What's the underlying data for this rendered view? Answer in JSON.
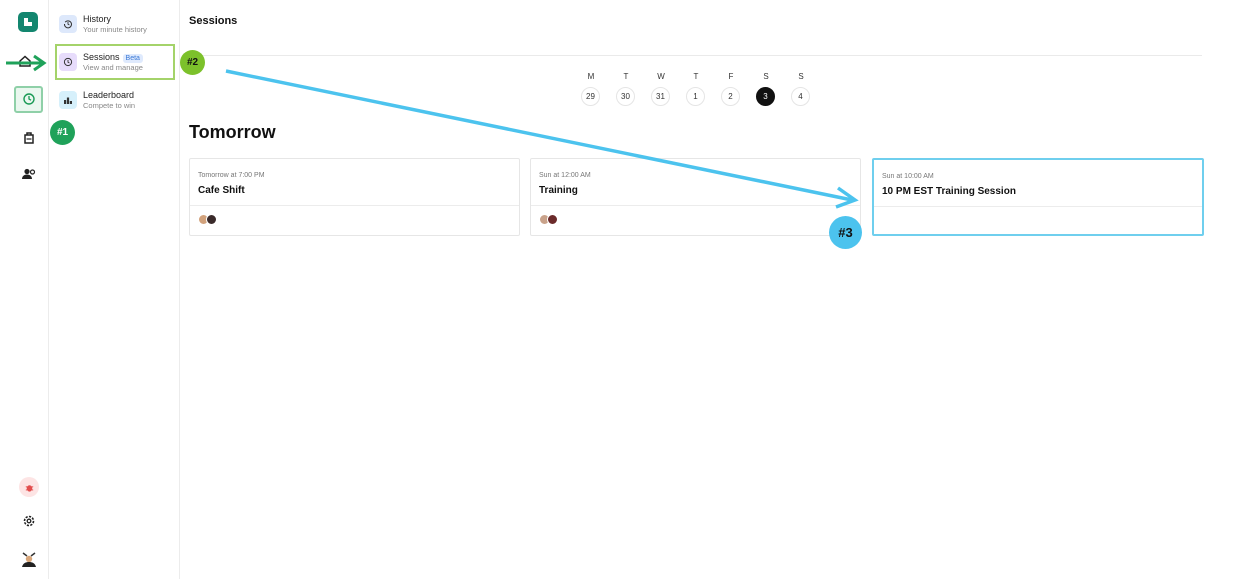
{
  "rail": {
    "icons": [
      "logo-icon",
      "home-icon",
      "history-icon",
      "backpack-icon",
      "users-icon",
      "bug-icon",
      "gear-icon",
      "avatar"
    ]
  },
  "subnav": {
    "items": [
      {
        "label": "History",
        "sub": "Your minute history"
      },
      {
        "label": "Sessions",
        "badge": "Beta",
        "sub": "View and manage"
      },
      {
        "label": "Leaderboard",
        "sub": "Compete to win"
      }
    ]
  },
  "header": {
    "title": "Sessions"
  },
  "week": {
    "days": [
      {
        "name": "M",
        "date": "29"
      },
      {
        "name": "T",
        "date": "30"
      },
      {
        "name": "W",
        "date": "31"
      },
      {
        "name": "T",
        "date": "1"
      },
      {
        "name": "F",
        "date": "2"
      },
      {
        "name": "S",
        "date": "3",
        "selected": true
      },
      {
        "name": "S",
        "date": "4"
      }
    ]
  },
  "section": {
    "title": "Tomorrow"
  },
  "cards": [
    {
      "when": "Tomorrow at 7:00 PM",
      "title": "Cafe Shift"
    },
    {
      "when": "Sun at 12:00 AM",
      "title": "Training"
    },
    {
      "when": "Sun at 10:00 AM",
      "title": "10 PM EST Training Session"
    }
  ],
  "annotations": {
    "b1": "#1",
    "b2": "#2",
    "b3": "#3"
  },
  "colors": {
    "green": "#1fa25a",
    "lime": "#7cc12b",
    "cyan": "#4cc3ee",
    "brand": "#13866f"
  }
}
